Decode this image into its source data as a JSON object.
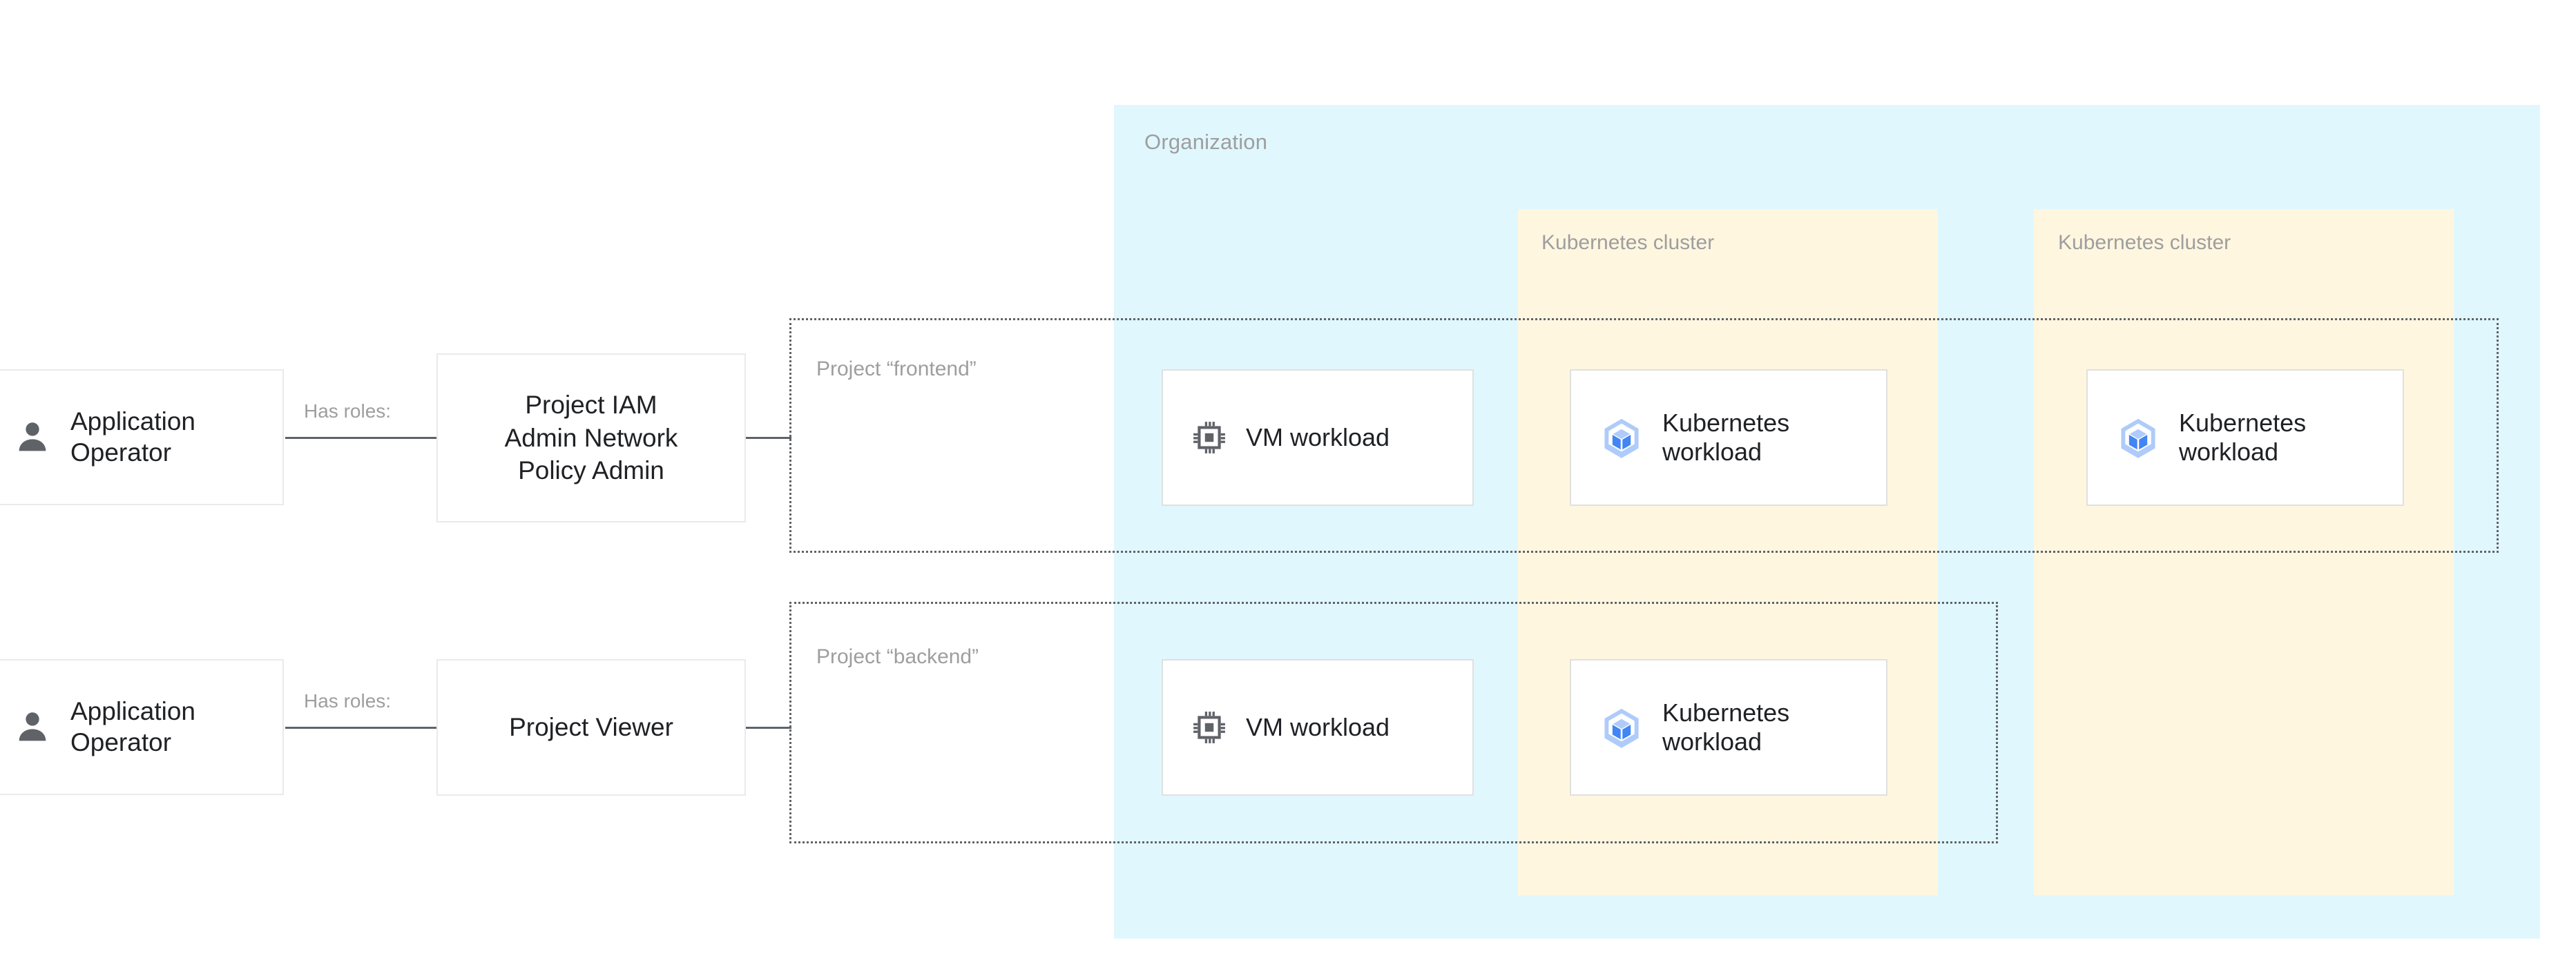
{
  "organization": {
    "label": "Organization",
    "bg_color": "#E0F7FD"
  },
  "clusters": [
    {
      "label": "Kubernetes cluster",
      "bg_color": "#FFF6E0"
    },
    {
      "label": "Kubernetes cluster",
      "bg_color": "#FFF6E0"
    }
  ],
  "projects": [
    {
      "label": "Project “frontend”",
      "border_style": "dotted",
      "border_color": "#5F6368"
    },
    {
      "label": "Project “backend”",
      "border_style": "dotted",
      "border_color": "#5F6368"
    }
  ],
  "workloads": [
    {
      "label": "VM workload",
      "icon": "cpu-chip-icon",
      "project": "frontend",
      "container": "project"
    },
    {
      "label": "Kubernetes\nworkload",
      "icon": "kubernetes-workload-icon",
      "project": "frontend",
      "container": "cluster-1"
    },
    {
      "label": "Kubernetes\nworkload",
      "icon": "kubernetes-workload-icon",
      "project": "frontend",
      "container": "cluster-2"
    },
    {
      "label": "VM workload",
      "icon": "cpu-chip-icon",
      "project": "backend",
      "container": "project"
    },
    {
      "label": "Kubernetes\nworkload",
      "icon": "kubernetes-workload-icon",
      "project": "backend",
      "container": "cluster-1"
    }
  ],
  "actors": [
    {
      "label": "Application\nOperator",
      "icon": "person-icon"
    },
    {
      "label": "Application\nOperator",
      "icon": "person-icon"
    }
  ],
  "roles": [
    {
      "label": "Project IAM\nAdmin Network\nPolicy Admin"
    },
    {
      "label": "Project Viewer"
    }
  ],
  "connectors": [
    {
      "caption": "Has roles:"
    },
    {
      "caption": "Has roles:"
    }
  ],
  "colors": {
    "org_background": "#E0F7FD",
    "cluster_background": "#FFF6E0",
    "card_border": "#E0E0E0",
    "box_border": "#E8EAED",
    "muted_text": "#9E9E9E",
    "primary_text": "#202124",
    "line": "#5F6368",
    "icon_gray": "#5F6368",
    "k8s_blue": "#4285F4",
    "k8s_light_blue": "#AECBFA"
  }
}
